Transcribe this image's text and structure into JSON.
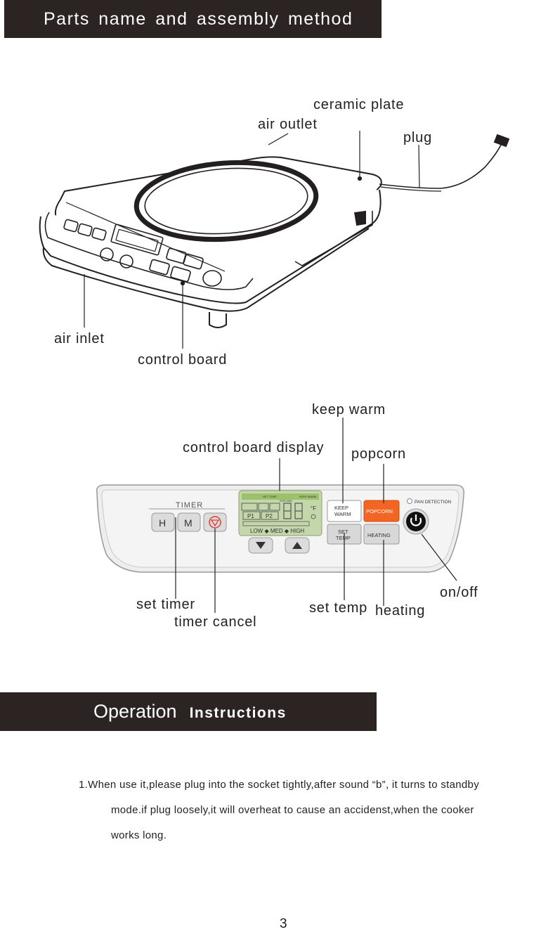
{
  "header": {
    "title": "Parts  name  and  assembly method"
  },
  "cooktop_labels": {
    "ceramic_plate": "ceramic plate",
    "air_outlet": "air outlet",
    "plug": "plug",
    "air_inlet": "air inlet",
    "control_board": "control board"
  },
  "panel_labels": {
    "keep_warm": "keep warm",
    "control_board_display": "control board display",
    "popcorn": "popcorn",
    "on_off": "on/off",
    "set_timer": "set timer",
    "timer_cancel": "timer cancel",
    "set_temp": "set temp",
    "heating": "heating"
  },
  "panel": {
    "timer_title": "TIMER",
    "btn_h": "H",
    "btn_m": "M",
    "display_top_left": "SET TEMP",
    "display_top_right": "KEEP WARM",
    "display_popcorn": "POPCORN",
    "display_p1": "P1",
    "display_p2": "P2",
    "display_unit": "°F",
    "display_levels": "LOW ◆ MED ◆ HIGH",
    "keep_warm_btn_line1": "KEEP",
    "keep_warm_btn_line2": "WARM",
    "popcorn_btn": "POPCORN",
    "set_temp_btn_line1": "SET",
    "set_temp_btn_line2": "TEMP",
    "heating_btn": "HEATING",
    "pan_detection": "PAN DETECTION"
  },
  "operation": {
    "title_main": "Operation",
    "title_sub": "Instructions",
    "line1": "1.When use it,please plug into the socket tightly,after sound “b”, it turns to standby",
    "line2": "mode.if plug loosely,it will overheat to cause an accidenst,when the cooker",
    "line3": "works long."
  },
  "footer": {
    "page_number": "3"
  },
  "colors": {
    "banner_bg": "#2b2422",
    "popcorn_button": "#f26522",
    "display_green": "#b9cfa0",
    "panel_button_gray": "#d8d8d8"
  }
}
